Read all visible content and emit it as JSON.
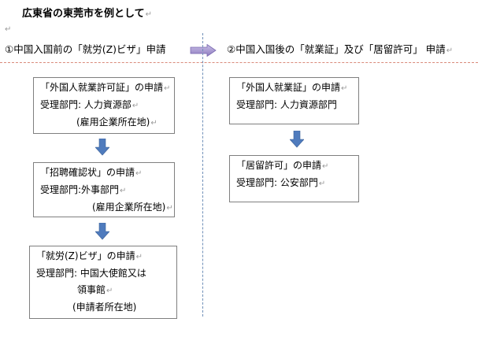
{
  "title": "広東省の東莞市を例として",
  "left_heading": "①中国入国前の「就労(Z)ビザ」申請",
  "right_heading": "②中国入国後の「就業証」及び「居留許可」 申請",
  "left_steps": [
    {
      "line1": "「外国人就業許可証」の申請",
      "line2": "受理部門: 人力資源部",
      "line3": "(雇用企業所在地)"
    },
    {
      "line1": "「招聘確認状」の申請",
      "line2": "受理部門:外事部門",
      "line3": "(雇用企業所在地)"
    },
    {
      "line1": "「就労(Z)ビザ」の申請",
      "line2": "受理部門: 中国大使館又は",
      "line3": "領事館",
      "line4": "(申請者所在地)"
    }
  ],
  "right_steps": [
    {
      "line1": "「外国人就業証」の申請",
      "line2": "受理部門: 人力資源部門"
    },
    {
      "line1": "「居留許可」の申請",
      "line2": "受理部門: 公安部門"
    }
  ],
  "colors": {
    "arrow_blue": "#4f7bbd",
    "arrow_purple": "#9a88c7",
    "h_divider": "#d98a7a",
    "v_divider": "#6f8fb8",
    "border": "#7f7f7f"
  },
  "icons": [
    "down-arrow-icon",
    "right-arrow-icon",
    "paragraph-mark-icon"
  ]
}
